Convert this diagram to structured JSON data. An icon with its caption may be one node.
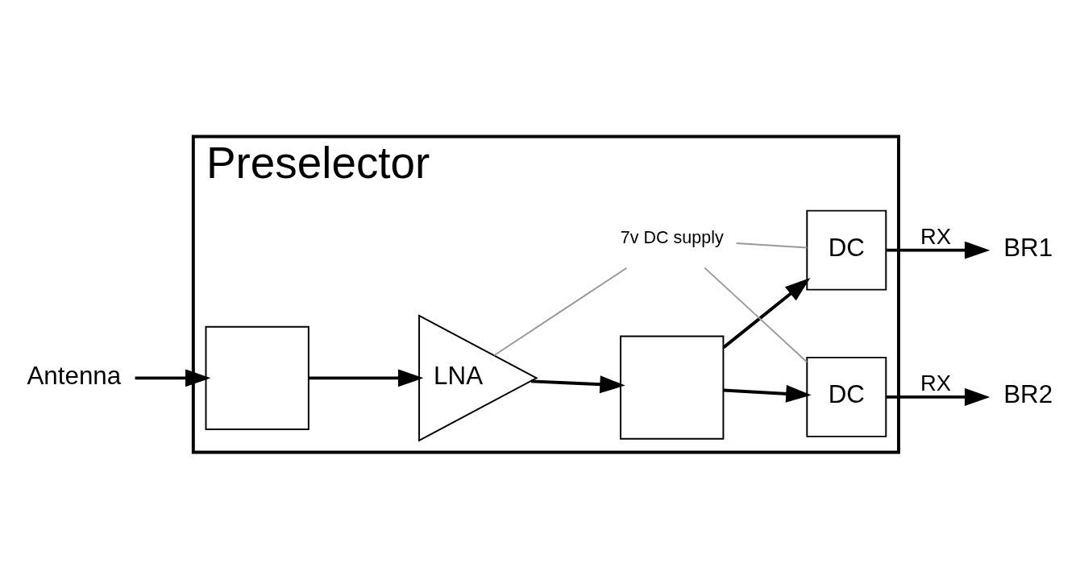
{
  "diagram": {
    "nodes": [
      {
        "text": [
          "Preselector"
        ]
      },
      {
        "text": [
          "Antenna"
        ]
      },
      {
        "text": [],
        "shape": "box",
        "in": 0
      },
      {
        "text": [
          "LNA"
        ],
        "in": 0
      },
      {
        "text": [],
        "shape": "box",
        "in": 0
      },
      {
        "text": [
          "DC"
        ],
        "in": 0
      },
      {
        "text": [
          "DC"
        ],
        "in": 0
      },
      {
        "text": [
          "BR1"
        ]
      },
      {
        "text": [
          "BR2"
        ]
      },
      {
        "text": [
          "7v DC supply"
        ],
        "in": 0
      }
    ],
    "edges": [
      {
        "from": 1,
        "to": 2,
        "arrow": "to"
      },
      {
        "from": 2,
        "to": 3,
        "arrow": "to"
      },
      {
        "from": 3,
        "to": 4,
        "arrow": "to"
      },
      {
        "from": 4,
        "to": 5,
        "arrow": "to"
      },
      {
        "from": 4,
        "to": 6,
        "arrow": "to"
      },
      {
        "from": 5,
        "to": 7,
        "arrow": "to",
        "label": "RX"
      },
      {
        "from": 6,
        "to": 8,
        "arrow": "to",
        "label": "RX"
      },
      {
        "from": 3,
        "to": 9,
        "arrow": "none",
        "color": "#999999"
      },
      {
        "from": 9,
        "to": 5,
        "arrow": "none",
        "color": "#999999"
      },
      {
        "from": 9,
        "to": 6,
        "arrow": "none",
        "color": "#999999"
      }
    ]
  }
}
